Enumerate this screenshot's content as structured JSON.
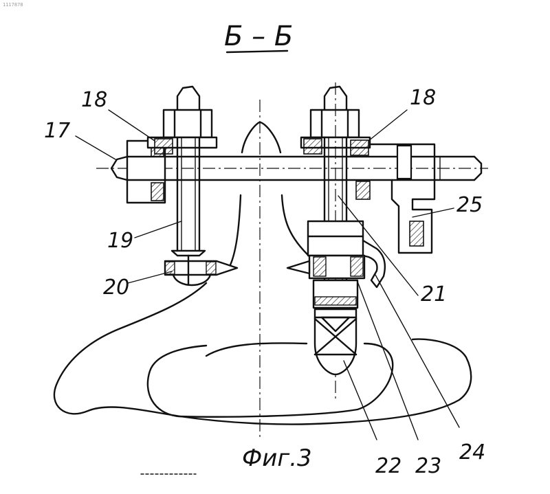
{
  "corner_code": "1117878",
  "section_title": "Б – Б",
  "figure_caption": "Фиг.3",
  "labels": {
    "l17": "17",
    "l18a": "18",
    "l18b": "18",
    "l19": "19",
    "l20": "20",
    "l21": "21",
    "l22": "22",
    "l23": "23",
    "l24": "24",
    "l25": "25"
  }
}
